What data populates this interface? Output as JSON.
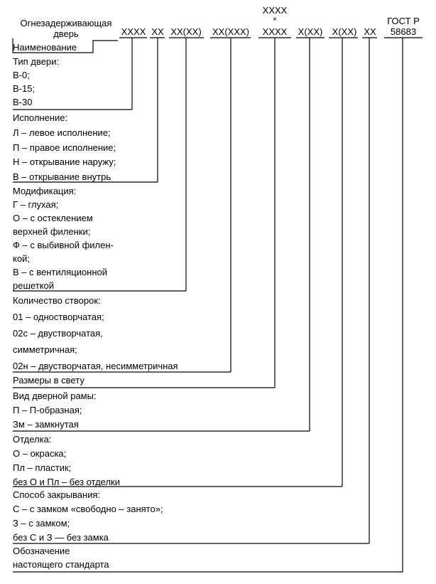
{
  "header": {
    "title_line1": "Огнезадерживающая",
    "title_line2": "дверь",
    "codes": [
      "XXXX",
      "XX",
      "XX(XX)",
      "XX(XXX)",
      "XXXX",
      "X(XX)",
      "X(XX)",
      "XX"
    ],
    "size_top": "XXXX",
    "size_times": "×",
    "standard_line1": "ГОСТ Р",
    "standard_line2": "58683"
  },
  "sections": [
    {
      "lines": [
        "Наименование"
      ]
    },
    {
      "lines": [
        "Тип двери:",
        "В-0;",
        "В-15;",
        "В-30"
      ]
    },
    {
      "lines": [
        "Исполнение:",
        "Л – левое исполнение;",
        "П – правое исполнение;",
        "Н – открывание наружу;",
        "В – открывание внутрь"
      ]
    },
    {
      "lines": [
        "Модификация:",
        "Г – глухая;",
        "О – с остеклением",
        "верхней филенки;",
        "Ф – с выбивной филен-",
        "кой;",
        "В – с вентиляционной",
        "решеткой"
      ]
    },
    {
      "lines": [
        "Количество створок:",
        "01 – одностворчатая;",
        "02с – двустворчатая,",
        "симметричная;",
        "02н – двустворчатая, несимметричная"
      ]
    },
    {
      "lines": [
        "Размеры в свету"
      ]
    },
    {
      "lines": [
        "Вид дверной рамы:",
        "П – П-образная;",
        "Зм – замкнутая"
      ]
    },
    {
      "lines": [
        "Отделка:",
        "О – окраска;",
        "Пл – пластик;",
        "без О и Пл – без отделки"
      ]
    },
    {
      "lines": [
        "Способ закрывания:",
        "С – с замком «свободно – занято»;",
        "З – с замком;",
        "без С и З — без замка"
      ]
    },
    {
      "lines": [
        "Обозначение",
        "настоящего стандарта"
      ]
    }
  ]
}
